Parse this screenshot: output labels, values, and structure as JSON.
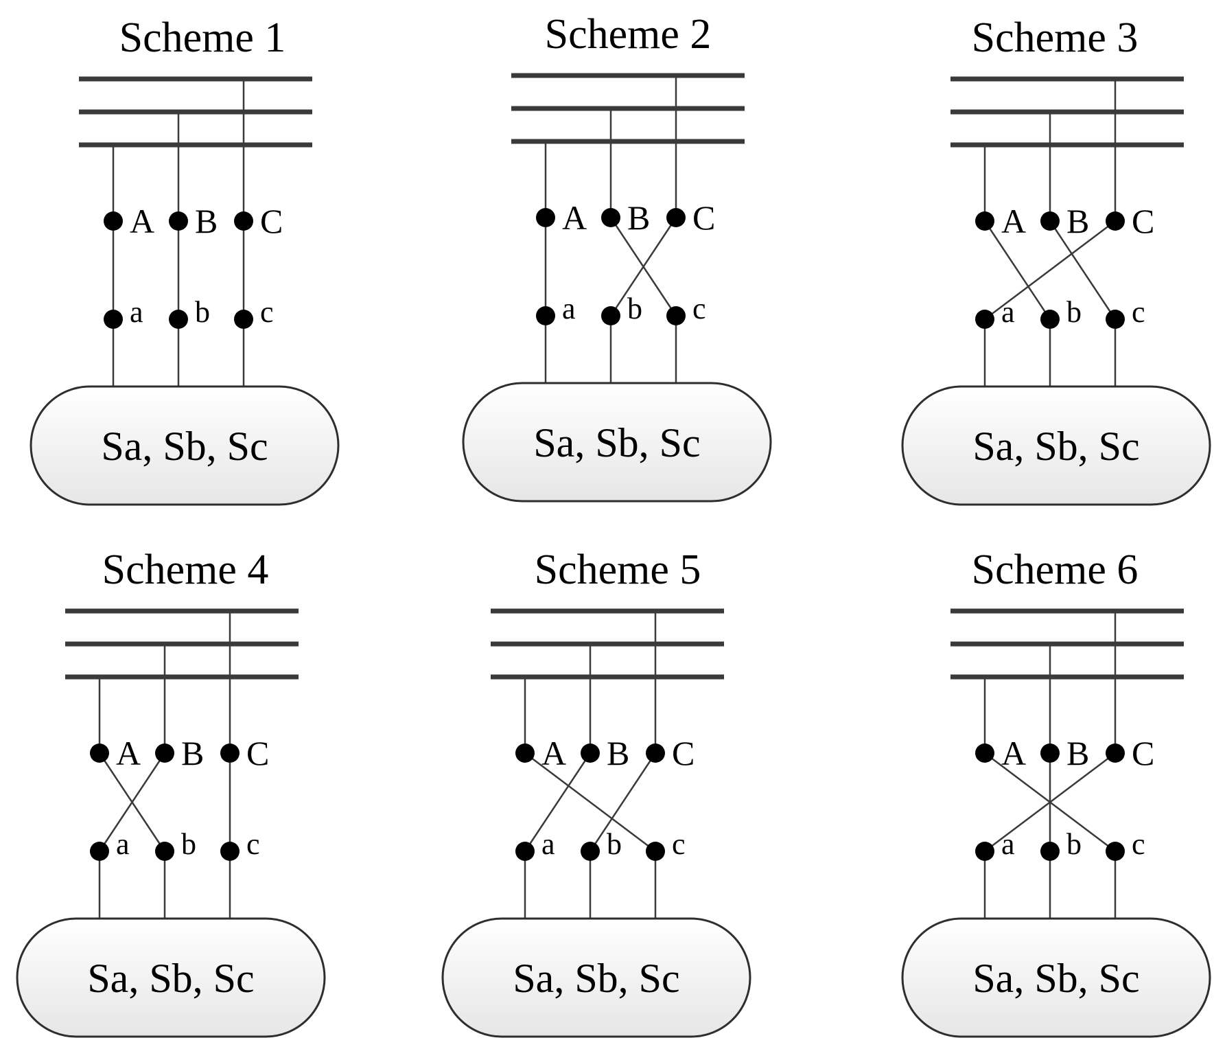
{
  "load_gradient": {
    "from": "#ffffff",
    "to": "#e6e6e6"
  },
  "schemes": [
    {
      "title": "Scheme 1",
      "upper_labels": [
        "A",
        "B",
        "C"
      ],
      "lower_labels": [
        "a",
        "b",
        "c"
      ],
      "load_label": "Sa, Sb, Sc",
      "mapping": [
        "a",
        "b",
        "c"
      ]
    },
    {
      "title": "Scheme 2",
      "upper_labels": [
        "A",
        "B",
        "C"
      ],
      "lower_labels": [
        "a",
        "b",
        "c"
      ],
      "load_label": "Sa, Sb, Sc",
      "mapping": [
        "a",
        "c",
        "b"
      ]
    },
    {
      "title": "Scheme 3",
      "upper_labels": [
        "A",
        "B",
        "C"
      ],
      "lower_labels": [
        "a",
        "b",
        "c"
      ],
      "load_label": "Sa, Sb, Sc",
      "mapping": [
        "b",
        "c",
        "a"
      ]
    },
    {
      "title": "Scheme 4",
      "upper_labels": [
        "A",
        "B",
        "C"
      ],
      "lower_labels": [
        "a",
        "b",
        "c"
      ],
      "load_label": "Sa, Sb, Sc",
      "mapping": [
        "b",
        "a",
        "c"
      ]
    },
    {
      "title": "Scheme 5",
      "upper_labels": [
        "A",
        "B",
        "C"
      ],
      "lower_labels": [
        "a",
        "b",
        "c"
      ],
      "load_label": "Sa, Sb, Sc",
      "mapping": [
        "c",
        "a",
        "b"
      ]
    },
    {
      "title": "Scheme 6",
      "upper_labels": [
        "A",
        "B",
        "C"
      ],
      "lower_labels": [
        "a",
        "b",
        "c"
      ],
      "load_label": "Sa, Sb, Sc",
      "mapping": [
        "c",
        "b",
        "a"
      ]
    }
  ]
}
